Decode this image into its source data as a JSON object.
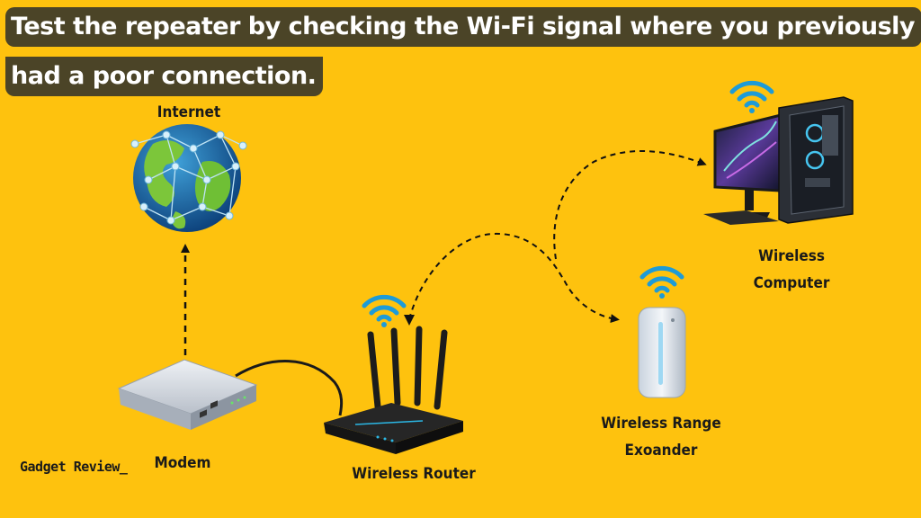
{
  "banner": {
    "line1": "Test the repeater by checking the Wi-Fi signal where you previously",
    "line2": "had a poor connection."
  },
  "labels": {
    "internet": "Internet",
    "modem": "Modem",
    "router": "Wireless Router",
    "extender_line1": "Wireless Range",
    "extender_line2": "Exoander",
    "computer_line1": "Wireless",
    "computer_line2": "Computer"
  },
  "brand": "Gadget Review_",
  "colors": {
    "background": "#FEC20E",
    "banner": "#4B4427",
    "wifi": "#1E9BD7",
    "arrow": "#111111"
  },
  "icons": [
    "globe-icon",
    "modem-icon",
    "router-icon",
    "extender-icon",
    "computer-icon",
    "wifi-icon"
  ]
}
